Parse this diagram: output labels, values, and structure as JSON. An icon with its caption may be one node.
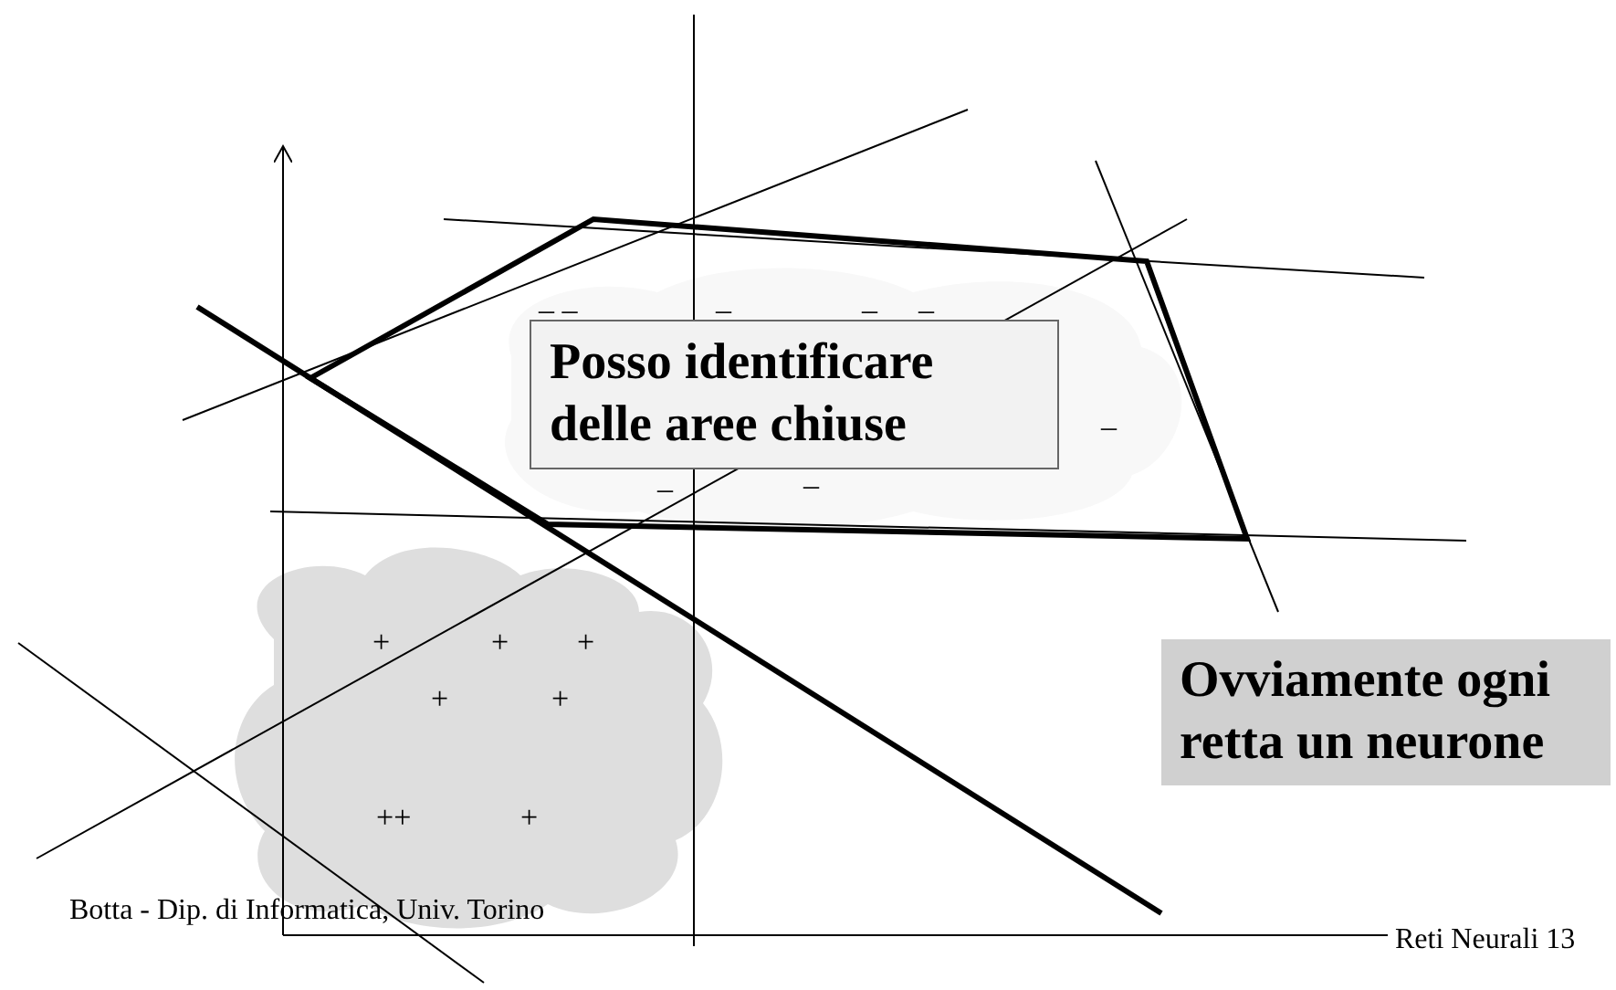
{
  "diagram": {
    "nodes": [
      {
        "text": [
          "Posso identificare delle aree chiuse"
        ]
      },
      {
        "text": [
          "Ovviamente ogni retta un neurone"
        ]
      }
    ],
    "edges": [],
    "labels": [
      "– –",
      "–",
      "–",
      "–",
      "–",
      "–",
      "–",
      "+",
      "+",
      "+",
      "+",
      "+",
      "++",
      "+",
      "Botta - Dip. di Informatica, Univ. Torino",
      "Reti Neurali 13"
    ]
  }
}
